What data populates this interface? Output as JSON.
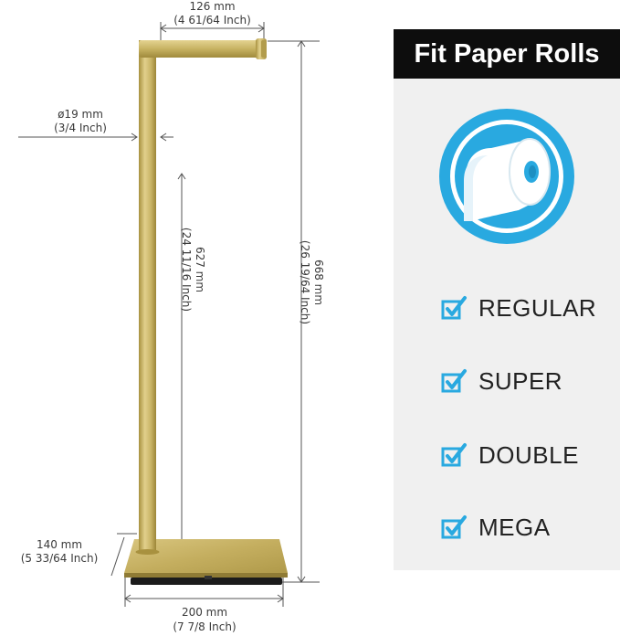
{
  "dimensions": {
    "top_width": {
      "mm": "126 mm",
      "inch": "(4 61/64 Inch)"
    },
    "rod_diameter": {
      "mm": "ø19 mm",
      "inch": "(3/4 Inch)"
    },
    "post_height": {
      "mm": "627 mm",
      "inch": "(24 11/16 Inch)"
    },
    "total_height": {
      "mm": "668 mm",
      "inch": "(26 19/64 Inch)"
    },
    "base_depth": {
      "mm": "140 mm",
      "inch": "(5 33/64 Inch)"
    },
    "base_width": {
      "mm": "200 mm",
      "inch": "(7 7/8 Inch)"
    }
  },
  "panel": {
    "title": "Fit Paper Rolls",
    "options": [
      {
        "label": "REGULAR"
      },
      {
        "label": "SUPER"
      },
      {
        "label": "DOUBLE"
      },
      {
        "label": "MEGA"
      }
    ]
  },
  "colors": {
    "gold": "#c9b466",
    "accent_blue": "#29a9e0",
    "panel_bg": "#f0f0f0",
    "title_bg": "#0d0d0d"
  },
  "icons": {
    "roll": "toilet-paper-roll-icon",
    "check": "check-box-icon"
  }
}
